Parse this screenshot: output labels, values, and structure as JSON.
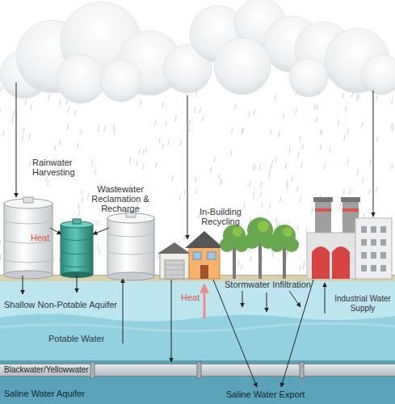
{
  "diagram": {
    "nodes": [
      {
        "text": [
          "Shallow Non-Potable Aquifer"
        ]
      },
      {
        "text": [
          "Potable Water"
        ]
      },
      {
        "text": [
          "Blackwater/Yellowwater"
        ]
      },
      {
        "text": [
          "Saline Water Aquifer"
        ]
      }
    ],
    "labels": [
      "Rainwater Harvesting",
      "Wastewater Reclamation & Recharge",
      "In-Building Recycling",
      "Heat",
      "Heat",
      "Stormwater Infiltration",
      "Industrial Water Supply",
      "Saline Water Export"
    ]
  }
}
